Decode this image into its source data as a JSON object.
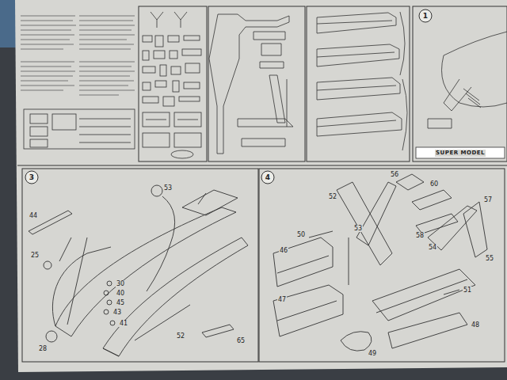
{
  "diagram": {
    "nodes": [
      {
        "text": [
          "1"
        ]
      },
      {
        "text": [
          "3"
        ]
      },
      {
        "text": [
          "4"
        ]
      }
    ],
    "labels": [
      "SUPER MODEL",
      "44",
      "25",
      "53",
      "30",
      "40",
      "45",
      "43",
      "41",
      "28",
      "52",
      "65",
      "56",
      "52",
      "53",
      "60",
      "57",
      "58",
      "54",
      "55",
      "50",
      "46",
      "47",
      "51",
      "48",
      "49"
    ]
  }
}
